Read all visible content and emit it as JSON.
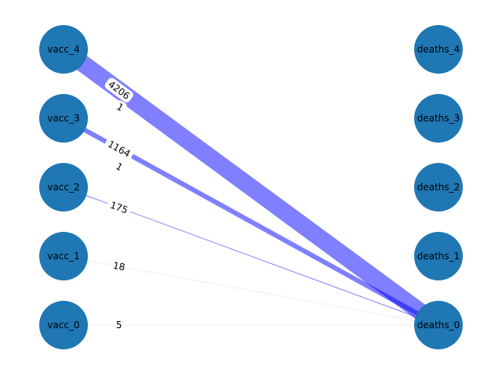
{
  "graph": {
    "node_color": "#1f77b4",
    "edge_color": "#0000ff",
    "nodes": [
      {
        "id": "vacc_4",
        "label": "vacc_4",
        "group": "vacc",
        "rank": 4
      },
      {
        "id": "vacc_3",
        "label": "vacc_3",
        "group": "vacc",
        "rank": 3
      },
      {
        "id": "vacc_2",
        "label": "vacc_2",
        "group": "vacc",
        "rank": 2
      },
      {
        "id": "vacc_1",
        "label": "vacc_1",
        "group": "vacc",
        "rank": 1
      },
      {
        "id": "vacc_0",
        "label": "vacc_0",
        "group": "vacc",
        "rank": 0
      },
      {
        "id": "deaths_4",
        "label": "deaths_4",
        "group": "deaths",
        "rank": 4
      },
      {
        "id": "deaths_3",
        "label": "deaths_3",
        "group": "deaths",
        "rank": 3
      },
      {
        "id": "deaths_2",
        "label": "deaths_2",
        "group": "deaths",
        "rank": 2
      },
      {
        "id": "deaths_1",
        "label": "deaths_1",
        "group": "deaths",
        "rank": 1
      },
      {
        "id": "deaths_0",
        "label": "deaths_0",
        "group": "deaths",
        "rank": 0
      }
    ],
    "edges": [
      {
        "source": "vacc_4",
        "target": "deaths_0",
        "weight": 4206,
        "label": "4206"
      },
      {
        "source": "vacc_3",
        "target": "deaths_0",
        "weight": 1164,
        "label": "1164"
      },
      {
        "source": "vacc_2",
        "target": "deaths_0",
        "weight": 175,
        "label": "175"
      },
      {
        "source": "vacc_1",
        "target": "deaths_0",
        "weight": 18,
        "label": "18"
      },
      {
        "source": "vacc_0",
        "target": "deaths_0",
        "weight": 5,
        "label": "5"
      }
    ],
    "extra_labels": [
      {
        "text": "1",
        "near": "vacc_4"
      },
      {
        "text": "1",
        "near": "vacc_3"
      }
    ]
  }
}
